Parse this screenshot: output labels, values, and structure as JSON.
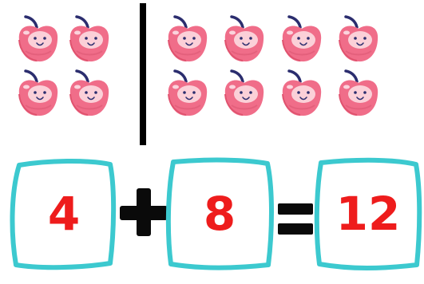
{
  "group_left": {
    "apple_count": 4
  },
  "group_right": {
    "apple_count": 8
  },
  "equation": {
    "addend_1": "4",
    "addend_2": "8",
    "sum": "12"
  },
  "colors": {
    "apple_body": "#f06d89",
    "apple_face": "#fbd0d8",
    "apple_stem": "#2b2d6e",
    "box_border": "#3cc9cf",
    "number_text": "#ee1c1c",
    "operator": "#0a0a0a",
    "divider": "#000000"
  },
  "icons": {
    "apple": "apple-icon",
    "plus": "plus-icon",
    "equals": "equals-icon"
  }
}
